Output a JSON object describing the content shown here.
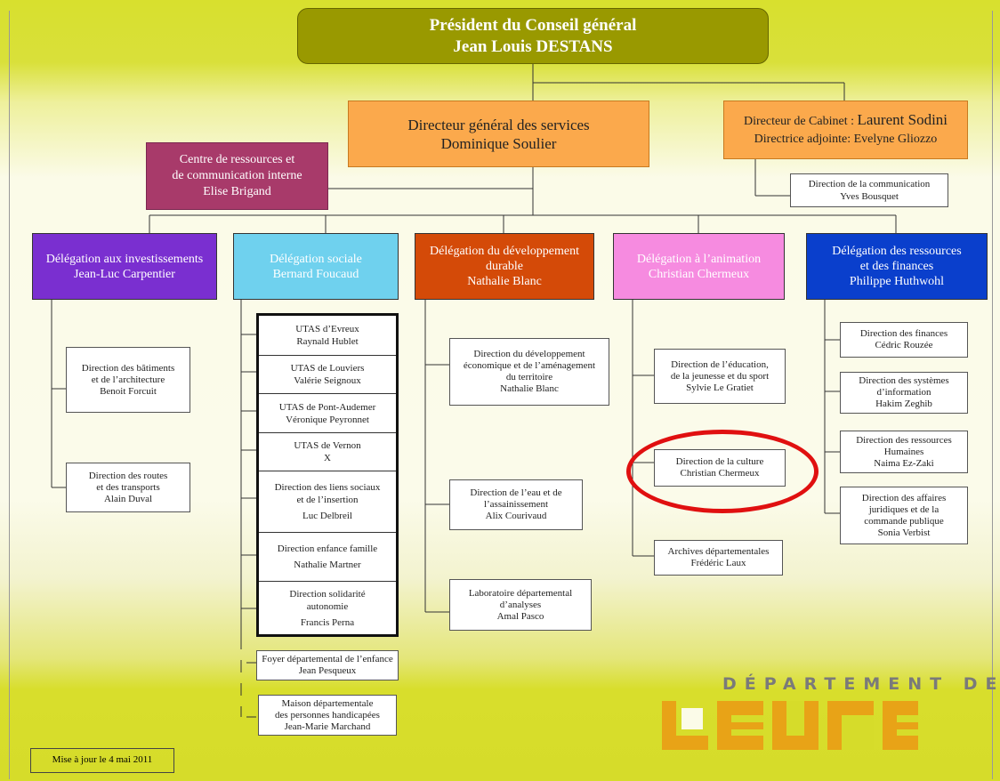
{
  "president": {
    "line1": "Président du Conseil général",
    "line2": "Jean Louis DESTANS"
  },
  "dg": {
    "line1": "Directeur général des services",
    "line2": "Dominique Soulier"
  },
  "cabinet": {
    "line1_prefix": "Directeur de Cabinet : ",
    "line1_name": "Laurent Sodini",
    "line2": "Directrice adjointe: Evelyne Gliozzo"
  },
  "communication": {
    "line1": "Direction de la communication",
    "line2": "Yves Bousquet"
  },
  "crci": {
    "line1": "Centre de ressources et",
    "line2": "de communication interne",
    "line3": "Elise Brigand"
  },
  "delegations": [
    {
      "line1": "Délégation aux investissements",
      "line2": "Jean-Luc Carpentier",
      "line3": ""
    },
    {
      "line1": "Délégation sociale",
      "line2": "Bernard Foucaud",
      "line3": ""
    },
    {
      "line1": "Délégation du développement",
      "line2": "durable",
      "line3": "Nathalie Blanc"
    },
    {
      "line1": "Délégation à l’animation",
      "line2": "Christian Chermeux",
      "line3": ""
    },
    {
      "line1": "Délégation des ressources",
      "line2": "et des finances",
      "line3": "Philippe Huthwohl"
    }
  ],
  "investissements": [
    {
      "line1": "Direction des bâtiments",
      "line2": "et de l’architecture",
      "line3": "Benoit Forcuit"
    },
    {
      "line1": "Direction des routes",
      "line2": "et des transports",
      "line3": "Alain Duval"
    }
  ],
  "social": [
    {
      "line1": "UTAS d’Evreux",
      "line2": "Raynald Hublet",
      "line3": ""
    },
    {
      "line1": "UTAS de Louviers",
      "line2": "Valérie Seignoux",
      "line3": ""
    },
    {
      "line1": "UTAS de Pont-Audemer",
      "line2": "Véronique Peyronnet",
      "line3": ""
    },
    {
      "line1": "UTAS de Vernon",
      "line2": "X",
      "line3": ""
    },
    {
      "line1": "Direction des liens sociaux",
      "line2": "et de l’insertion",
      "line3": "Luc Delbreil"
    },
    {
      "line1": "Direction enfance famille",
      "line2": "Nathalie Martner",
      "line3": ""
    },
    {
      "line1": "Direction solidarité",
      "line2": "autonomie",
      "line3": "Francis Perna"
    }
  ],
  "social_extra": [
    {
      "line1": "Foyer départemental de l’enfance",
      "line2": "Jean Pesqueux",
      "line3": ""
    },
    {
      "line1": "Maison départementale",
      "line2": "des personnes handicapées",
      "line3": "Jean-Marie Marchand"
    }
  ],
  "developpement": [
    {
      "line1": "Direction du développement",
      "line2": "économique et de l’aménagement",
      "line3": "du territoire",
      "line4": "Nathalie Blanc"
    },
    {
      "line1": "Direction de l’eau et de",
      "line2": "l’assainissement",
      "line3": "Alix Courivaud",
      "line4": ""
    },
    {
      "line1": "Laboratoire départemental",
      "line2": "d’analyses",
      "line3": "Amal Pasco",
      "line4": ""
    }
  ],
  "animation": [
    {
      "line1": "Direction de l’éducation,",
      "line2": "de la jeunesse et du sport",
      "line3": "Sylvie Le Gratiet"
    },
    {
      "line1": "Direction de la culture",
      "line2": "Christian Chermeux",
      "line3": ""
    },
    {
      "line1": "Archives départementales",
      "line2": "Frédéric Laux",
      "line3": ""
    }
  ],
  "ressources": [
    {
      "line1": "Direction des finances",
      "line2": "Cédric Rouzée",
      "line3": "",
      "line4": ""
    },
    {
      "line1": "Direction des systèmes",
      "line2": "d’information",
      "line3": "Hakim Zeghib",
      "line4": ""
    },
    {
      "line1": "Direction des ressources",
      "line2": "Humaines",
      "line3": "Naima Ez-Zaki",
      "line4": ""
    },
    {
      "line1": "Direction des affaires",
      "line2": "juridiques et de la",
      "line3": "commande publique",
      "line4": "Sonia Verbist"
    }
  ],
  "footer": {
    "date": "Mise à jour le 4 mai 2011"
  },
  "logo": {
    "top": "DÉPARTEMENT DE",
    "word": "EURE"
  },
  "colors": {
    "president": "#999900",
    "dg": "#fba94c",
    "crci": "#a83a6a",
    "del_invest": "#7a2fd0",
    "del_social": "#6fd1ee",
    "del_dev": "#d44a08",
    "del_anim": "#f68be0",
    "del_ress": "#0a3fcc",
    "highlight": "#e01010",
    "logo": "#e8a317"
  }
}
